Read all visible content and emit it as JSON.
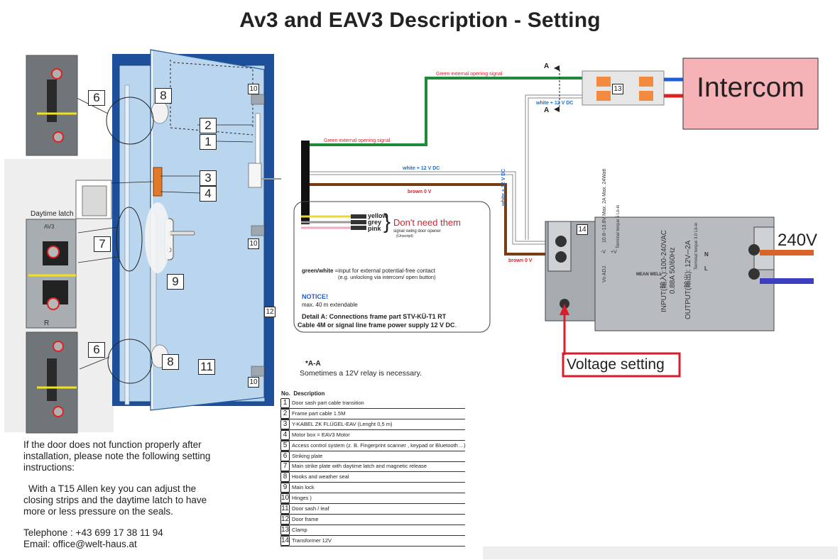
{
  "title": "Av3 and EAV3 Description - Setting",
  "colors": {
    "door_frame": "#1d4f9a",
    "door_leaf": "#b9d6ee",
    "wire_green": "#1f8a3a",
    "wire_brown": "#7a3d13",
    "wire_white": "#ffffff",
    "intercom_fill": "#f5b2b7",
    "voltage_highlight": "#d81e2a",
    "wire_red": "#e0201e",
    "wire_blue": "#1f5fd6",
    "wire_orange": "#d9642a",
    "wire_purple": "#3e3ec0"
  },
  "door_numbers": [
    "6",
    "8",
    "2",
    "1",
    "3",
    "4",
    "7",
    "9",
    "6",
    "8",
    "11",
    "10",
    "10",
    "10",
    "12"
  ],
  "daytime_latch_label": "Daytime latch",
  "wires": {
    "green_top": "Green external opening signal",
    "green_mid": "Green external opening signal",
    "white_top": "white + 12 V DC",
    "white_mid": "white + 12 V DC",
    "white_vertical": "white + 12 V DC",
    "brown_mid": "brown 0 V",
    "brown_bottom": "brown 0 V",
    "marker_a": "A"
  },
  "detail_box": {
    "yellow": "yellow",
    "grey": "grey",
    "pink": "pink",
    "dont_need": "Don't need them",
    "signal_swing": "signal swing door opener",
    "unscript": "(Unscript)",
    "green_white_bold": "green/white",
    "green_white_text": " =input for external potential-free contact",
    "green_white_eg": "(e.g. unlocking via intercom/ open button)",
    "notice_title": "NOTICE!",
    "notice_text": "max. 40 m extendable",
    "detail_a_line1": "Detail A: Connections frame part STV-KÜ-T1 RT",
    "detail_a_line2": "Cable 4M or signal line frame power supply 12 V DC",
    "detail_a_dot": "."
  },
  "clamp_number": "13",
  "transformer": {
    "number": "14",
    "brand": "MEAN WELL",
    "input": "INPUT(輸入):100-240VAC",
    "input_spec": "0.88A  50/60Hz",
    "output": "OUTPUT(輸出): 12V⎓2A",
    "terminal_a": "Terminal torque 5 Lb-in",
    "terminal_b": "Terminal torque 3.0 Lb-in",
    "range": "10.8~13.8V  Max. 2A  Max. 24Watt",
    "v_adj": "Vo ADJ.",
    "minus_v": "-V",
    "plus_v": "+V",
    "n": "N",
    "l": "L"
  },
  "intercom_label": "Intercom",
  "power_label": "240V",
  "voltage_setting_label": "Voltage setting",
  "relay_note": {
    "title": "*A-A",
    "text": "Sometimes a 12V relay is necessary."
  },
  "instructions": {
    "line1": "If the door does not function properly after",
    "line2": "installation, please note the following setting",
    "line3": "instructions:",
    "line4": "With a T15 Allen key you can adjust the",
    "line5": "closing strips and the daytime latch to have",
    "line6": "more or less pressure on the seals.",
    "phone": "Telephone :    +43 699 17 38 11 94",
    "email": "Email: office@welt-haus.at"
  },
  "legend": {
    "no_header": "No.",
    "desc_header": "Description",
    "items": [
      {
        "n": "1",
        "d": "Door sash part cable transition"
      },
      {
        "n": "2",
        "d": "  Frame part cable 1.5M"
      },
      {
        "n": "3",
        "d": "  Y-KABEL ZK FLÜGEL-EAV (Lenght 0,5 m)"
      },
      {
        "n": "4",
        "d": "  Motor box = EAV3 Motor"
      },
      {
        "n": "5",
        "d": "  Access control system (z. B. Fingerprint scanner , keypad or Bluetooth ...)"
      },
      {
        "n": "6",
        "d": "Striking plate"
      },
      {
        "n": "7",
        "d": "  Main strike plate with daytime latch and magnetic release"
      },
      {
        "n": "8",
        "d": "  Hooks and weather seal"
      },
      {
        "n": "9",
        "d": "Main lock"
      },
      {
        "n": "10",
        "d": "Hinges )"
      },
      {
        "n": "11",
        "d": " Door sash / leaf"
      },
      {
        "n": "12",
        "d": "  Door frame"
      },
      {
        "n": "13",
        "d": "  Clamp"
      },
      {
        "n": "14",
        "d": "  Transformer 12V"
      }
    ]
  }
}
